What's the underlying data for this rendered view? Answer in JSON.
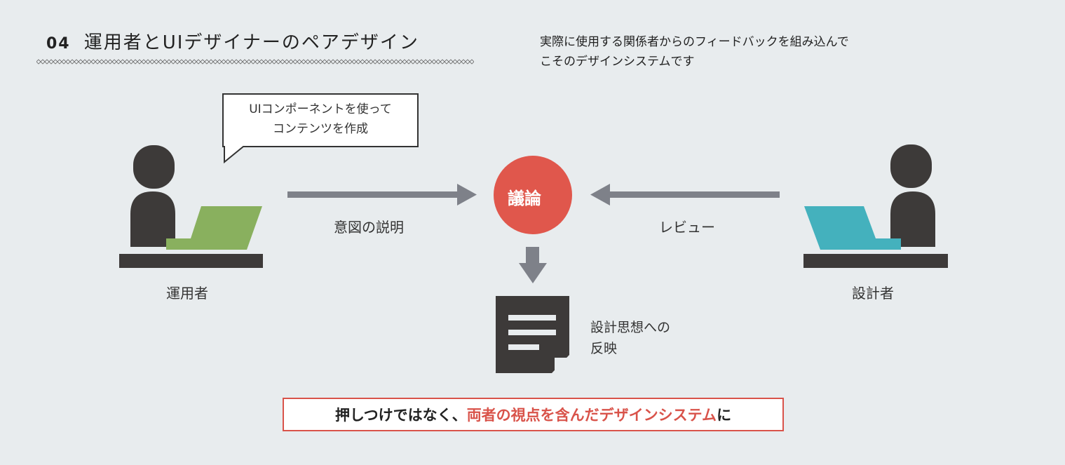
{
  "header": {
    "number": "04",
    "title": "運用者とUIデザイナーのペアデザイン",
    "description_line1": "実際に使用する関係者からのフィードバックを組み込んで",
    "description_line2": "こそのデザインシステムです"
  },
  "left_actor": {
    "speech_line1": "UIコンポーネントを使って",
    "speech_line2": "コンテンツを作成",
    "label": "運用者",
    "laptop_color": "#89b05e"
  },
  "right_actor": {
    "label": "設計者",
    "laptop_color": "#44b1bd"
  },
  "center": {
    "circle_label": "議論",
    "circle_color": "#e0574c",
    "left_arrow_label": "意図の説明",
    "right_arrow_label": "レビュー",
    "doc_line1": "設計思想への",
    "doc_line2": "反映"
  },
  "banner": {
    "text_normal": "押しつけではなく、",
    "text_highlight": "両者の視点を含んだデザインシステム",
    "text_end": "に",
    "accent_color": "#d9534a"
  },
  "colors": {
    "background": "#e8ecee",
    "figure": "#3d3a39",
    "arrow": "#7e8189"
  }
}
